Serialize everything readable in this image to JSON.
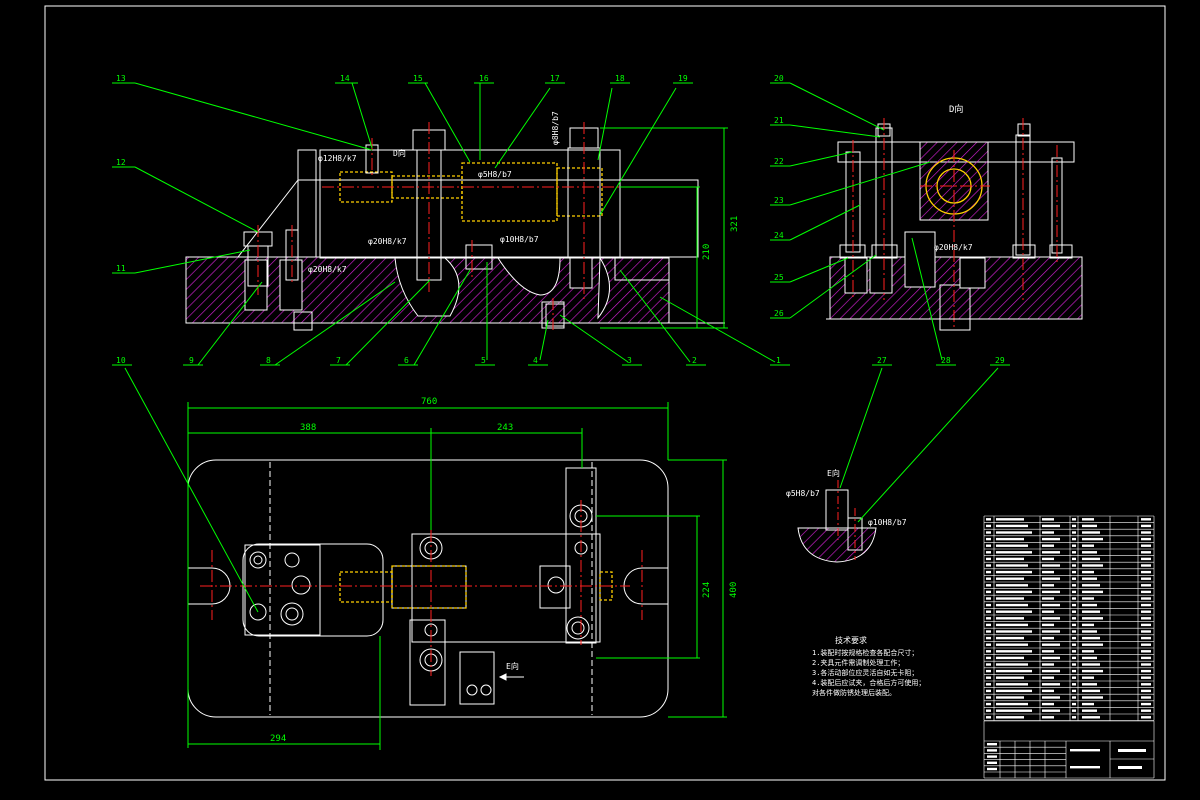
{
  "colors": {
    "background": "#000000",
    "outline": "#ffffff",
    "leader": "#00ff00",
    "centerline": "#ff2020",
    "hatch": "#d020d0",
    "part_hidden": "#ffff00",
    "cylinder": "#ffd000"
  },
  "balloons": {
    "n1": "1",
    "n2": "2",
    "n3": "3",
    "n4": "4",
    "n5": "5",
    "n6": "6",
    "n7": "7",
    "n8": "8",
    "n9": "9",
    "n10": "10",
    "n11": "11",
    "n12": "12",
    "n13": "13",
    "n14": "14",
    "n15": "15",
    "n16": "16",
    "n17": "17",
    "n18": "18",
    "n19": "19",
    "n20": "20",
    "n21": "21",
    "n22": "22",
    "n23": "23",
    "n24": "24",
    "n25": "25",
    "n26": "26",
    "n27": "27",
    "n28": "28",
    "n29": "29"
  },
  "dims": {
    "front_height": "321",
    "front_sub_height": "210",
    "plan_width": "760",
    "plan_left": "388",
    "plan_mid": "243",
    "plan_height": "400",
    "plan_sub_height": "224",
    "plan_bottom": "294"
  },
  "fits": {
    "f1": "φ12H8/k7",
    "f2": "φ5H8/b7",
    "f3": "φ8H8/b7",
    "f4": "φ20H8/k7",
    "f5": "φ10H8/b7",
    "f6": "φ20H8/k7",
    "f7": "φ20H8/k7",
    "f8": "φ5H8/b7",
    "f9": "φ10H8/b7"
  },
  "views": {
    "d_label_front": "D向",
    "d_label_side": "D向",
    "e_label_detail": "E向",
    "e_label_plan": "E向"
  },
  "notes": {
    "title": "技术要求",
    "lines": [
      "1.装配时按规格检查各配合尺寸；",
      "2.夹具元件需调制处理工作；",
      "3.各活动部位应灵活自如无卡阻；",
      "4.装配后应试夹，合格后方可使用；",
      "对各件做防锈处理后装配。"
    ]
  }
}
